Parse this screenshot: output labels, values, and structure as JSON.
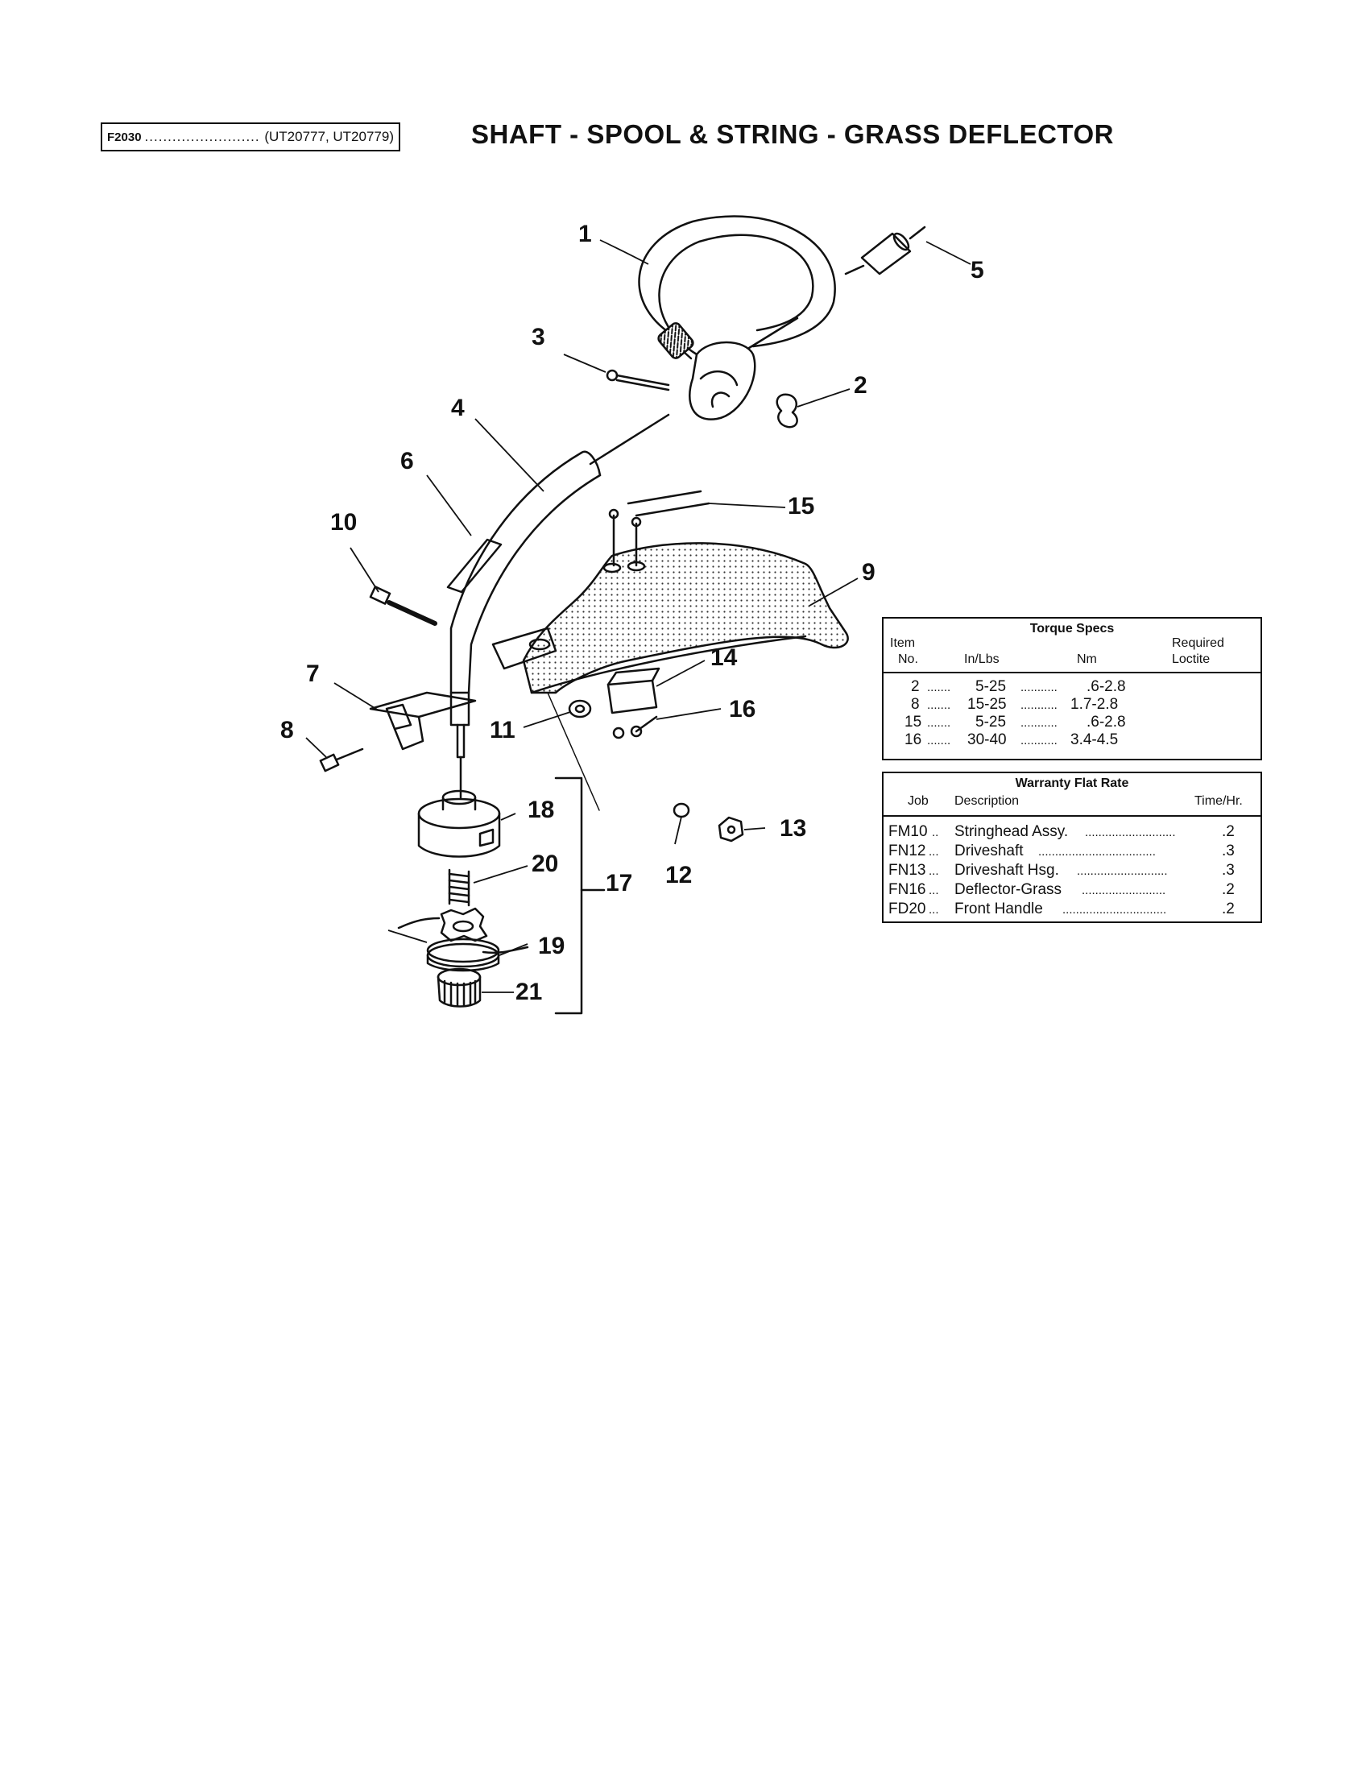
{
  "header": {
    "ref_code": "F2030",
    "models": "(UT20777, UT20779)",
    "title": "SHAFT - SPOOL & STRING - GRASS DEFLECTOR"
  },
  "callouts": [
    "1",
    "2",
    "3",
    "4",
    "5",
    "6",
    "7",
    "8",
    "9",
    "10",
    "11",
    "12",
    "13",
    "14",
    "15",
    "16",
    "17",
    "18",
    "19",
    "20",
    "21"
  ],
  "torque_specs": {
    "title": "Torque Specs",
    "col_item_1": "Item",
    "col_item_2": "No.",
    "col_inlbs": "In/Lbs",
    "col_nm": "Nm",
    "col_loctite_1": "Required",
    "col_loctite_2": "Loctite",
    "rows": [
      {
        "item": "2",
        "inlbs": "5-25",
        "nm": ".6-2.8"
      },
      {
        "item": "8",
        "inlbs": "15-25",
        "nm": "1.7-2.8"
      },
      {
        "item": "15",
        "inlbs": "5-25",
        "nm": ".6-2.8"
      },
      {
        "item": "16",
        "inlbs": "30-40",
        "nm": "3.4-4.5"
      }
    ]
  },
  "warranty": {
    "title": "Warranty Flat Rate",
    "col_job": "Job",
    "col_desc": "Description",
    "col_time": "Time/Hr.",
    "rows": [
      {
        "job": "FM10",
        "desc": "Stringhead Assy.",
        "time": ".2"
      },
      {
        "job": "FN12",
        "desc": "Driveshaft",
        "time": ".3"
      },
      {
        "job": "FN13",
        "desc": "Driveshaft Hsg.",
        "time": ".3"
      },
      {
        "job": "FN16",
        "desc": "Deflector-Grass",
        "time": ".2"
      },
      {
        "job": "FD20",
        "desc": "Front Handle",
        "time": ".2"
      }
    ]
  }
}
